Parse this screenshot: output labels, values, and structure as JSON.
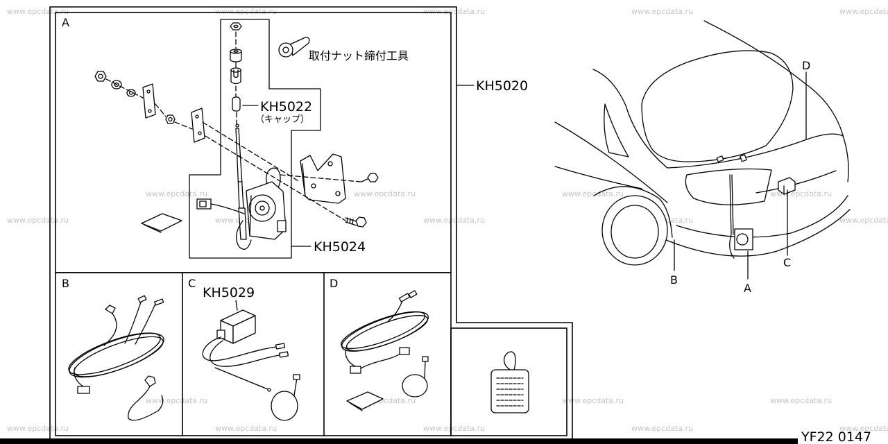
{
  "watermark": "www.epcdata.ru",
  "frame": {
    "part_number": "KH5020"
  },
  "panel_a": {
    "label": "A",
    "cap_part": "KH5022",
    "cap_note": "（キャップ）",
    "motor_part": "KH5024",
    "tool_note": "取付ナット締付工具"
  },
  "panel_b": {
    "label": "B"
  },
  "panel_c": {
    "label": "C",
    "part": "KH5029"
  },
  "panel_d": {
    "label": "D"
  },
  "vehicle": {
    "callout_a": "A",
    "callout_b": "B",
    "callout_c": "C",
    "callout_d": "D"
  },
  "footer": {
    "diagram_code": "YF22 0147"
  }
}
